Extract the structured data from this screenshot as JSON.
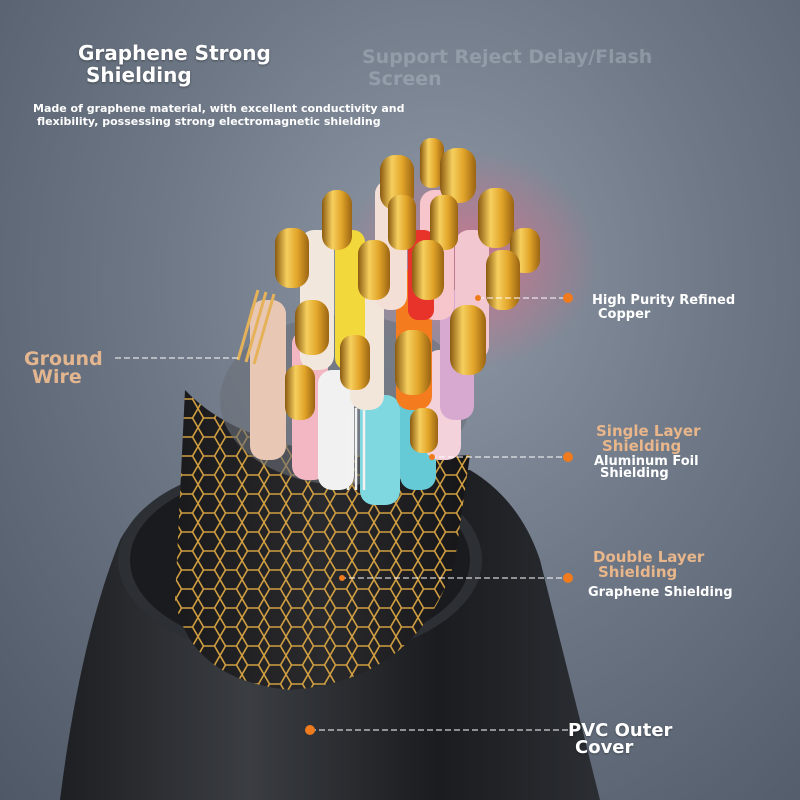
{
  "header": {
    "title_line1": "Graphene Strong",
    "title_line2": "Shielding",
    "desc_line1": "Made of graphene material, with excellent conductivity and",
    "desc_line2": "flexibility, possessing strong electromagnetic shielding",
    "ghost_line1": "Support Reject Delay/Flash",
    "ghost_line2": "Screen"
  },
  "callouts": {
    "ground_line1": "Ground",
    "ground_line2": "Wire",
    "copper_line1": "High Purity Refined",
    "copper_line2": "Copper",
    "single_line1": "Single Layer",
    "single_line2": "Shielding",
    "alu_line1": "Aluminum Foil",
    "alu_line2": "Shielding",
    "double_line1": "Double Layer",
    "double_line2": "Shielding",
    "graphene": "Graphene Shielding",
    "pvc_line1": "PVC Outer",
    "pvc_line2": "Cover"
  },
  "colors": {
    "accent_orange": "#f07a1e",
    "label_gold": "#e8b68a",
    "background": "#6e7886"
  }
}
